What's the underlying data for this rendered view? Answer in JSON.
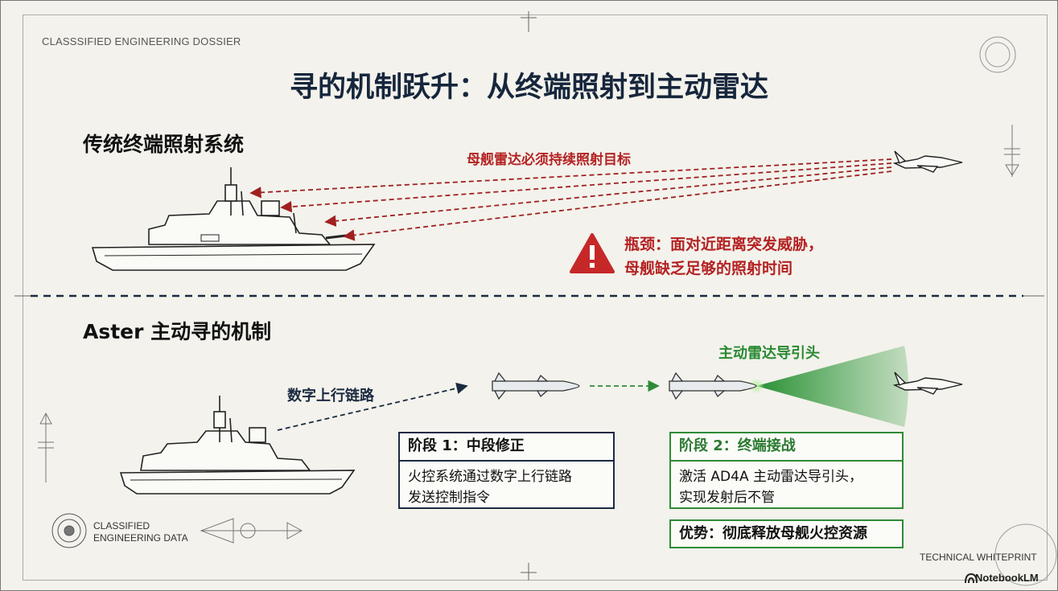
{
  "header": {
    "dossier_label": "CLASSSIFIED ENGINEERING DOSSIER",
    "title": "寻的机制跃升：从终端照射到主动雷达"
  },
  "traditional": {
    "heading": "传统终端照射系统",
    "illumination_label": "母舰雷达必须持续照射目标",
    "warning_line1": "瓶颈：面对近距离突发威胁，",
    "warning_line2": "母舰缺乏足够的照射时间"
  },
  "aster": {
    "heading": "Aster 主动寻的机制",
    "uplink_label": "数字上行链路",
    "seeker_label": "主动雷达导引头",
    "stage1": {
      "title": "阶段 1：中段修正",
      "line1": "火控系统通过数字上行链路",
      "line2": "发送控制指令"
    },
    "stage2": {
      "title": "阶段 2：终端接战",
      "line1": "激活 AD4A 主动雷达导引头，",
      "line2": "实现发射后不管"
    },
    "advantage": "优势：彻底释放母舰火控资源"
  },
  "footer": {
    "stamp_line1": "CLASSIFIED",
    "stamp_line2": "ENGINEERING DATA",
    "whiteprint": "TECHNICAL WHITEPRINT",
    "brand": "NotebookLM"
  },
  "colors": {
    "navy": "#16263c",
    "red": "#b42222",
    "green": "#2f8a36",
    "paper": "#f3f2ec"
  }
}
